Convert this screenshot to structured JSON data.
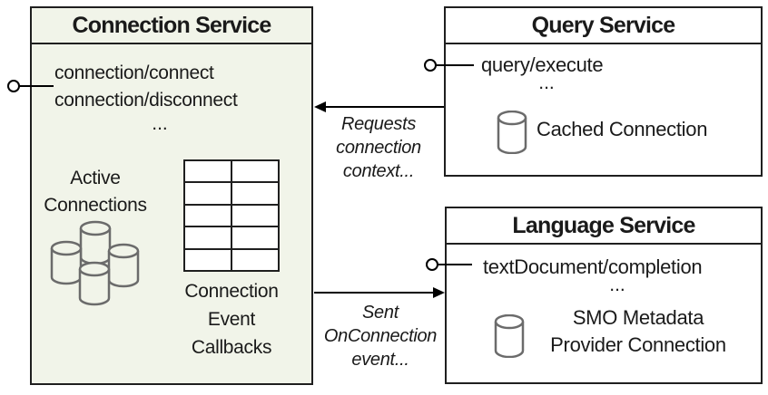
{
  "colors": {
    "connection_box_fill": "#f1f4e9",
    "service_box_fill": "#ffffff",
    "box_border": "#1f1f1f",
    "cylinder_stroke": "#6b6b6b",
    "arrow_color": "#000000",
    "text_color": "#1a1a1a"
  },
  "connection_service": {
    "title": "Connection Service",
    "method_1": "connection/connect",
    "method_2": "connection/disconnect",
    "ellipsis": "...",
    "active_connections": {
      "line_1": "Active",
      "line_2": "Connections"
    },
    "callbacks": {
      "line_1": "Connection",
      "line_2": "Event",
      "line_3": "Callbacks"
    }
  },
  "query_service": {
    "title": "Query Service",
    "method_1": "query/execute",
    "ellipsis": "...",
    "cached_connection_label": "Cached Connection"
  },
  "language_service": {
    "title": "Language Service",
    "method_1": "textDocument/completion",
    "ellipsis": "...",
    "smo": {
      "line_1": "SMO Metadata",
      "line_2": "Provider Connection"
    }
  },
  "arrows": {
    "requests": {
      "line_1": "Requests",
      "line_2": "connection",
      "line_3": "context..."
    },
    "sent": {
      "line_1": "Sent",
      "line_2": "OnConnection",
      "line_3": "event..."
    }
  },
  "icons": {
    "database_cluster": "database-cluster-icon",
    "callbacks_table": "callbacks-table-icon",
    "database_single": "database-icon",
    "lollipop": "provided-interface-connector"
  }
}
